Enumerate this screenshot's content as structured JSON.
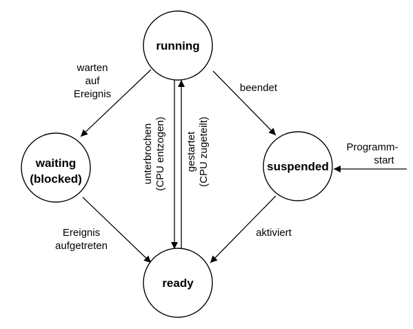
{
  "nodes": {
    "running": "running",
    "waiting": [
      "waiting",
      "(blocked)"
    ],
    "suspended": "suspended",
    "ready": "ready"
  },
  "edges": {
    "running_to_waiting": [
      "warten",
      "auf",
      "Ereignis"
    ],
    "running_to_suspended": "beendet",
    "running_to_ready": [
      "unterbrochen",
      "(CPU entzogen)"
    ],
    "ready_to_running": [
      "gestartet",
      "(CPU zugeteilt)"
    ],
    "waiting_to_ready": [
      "Ereignis",
      "aufgetreten"
    ],
    "suspended_to_ready": "aktiviert",
    "program_start": [
      "Programm-",
      "start"
    ]
  },
  "colors": {
    "stroke": "#000000",
    "background": "#ffffff"
  }
}
